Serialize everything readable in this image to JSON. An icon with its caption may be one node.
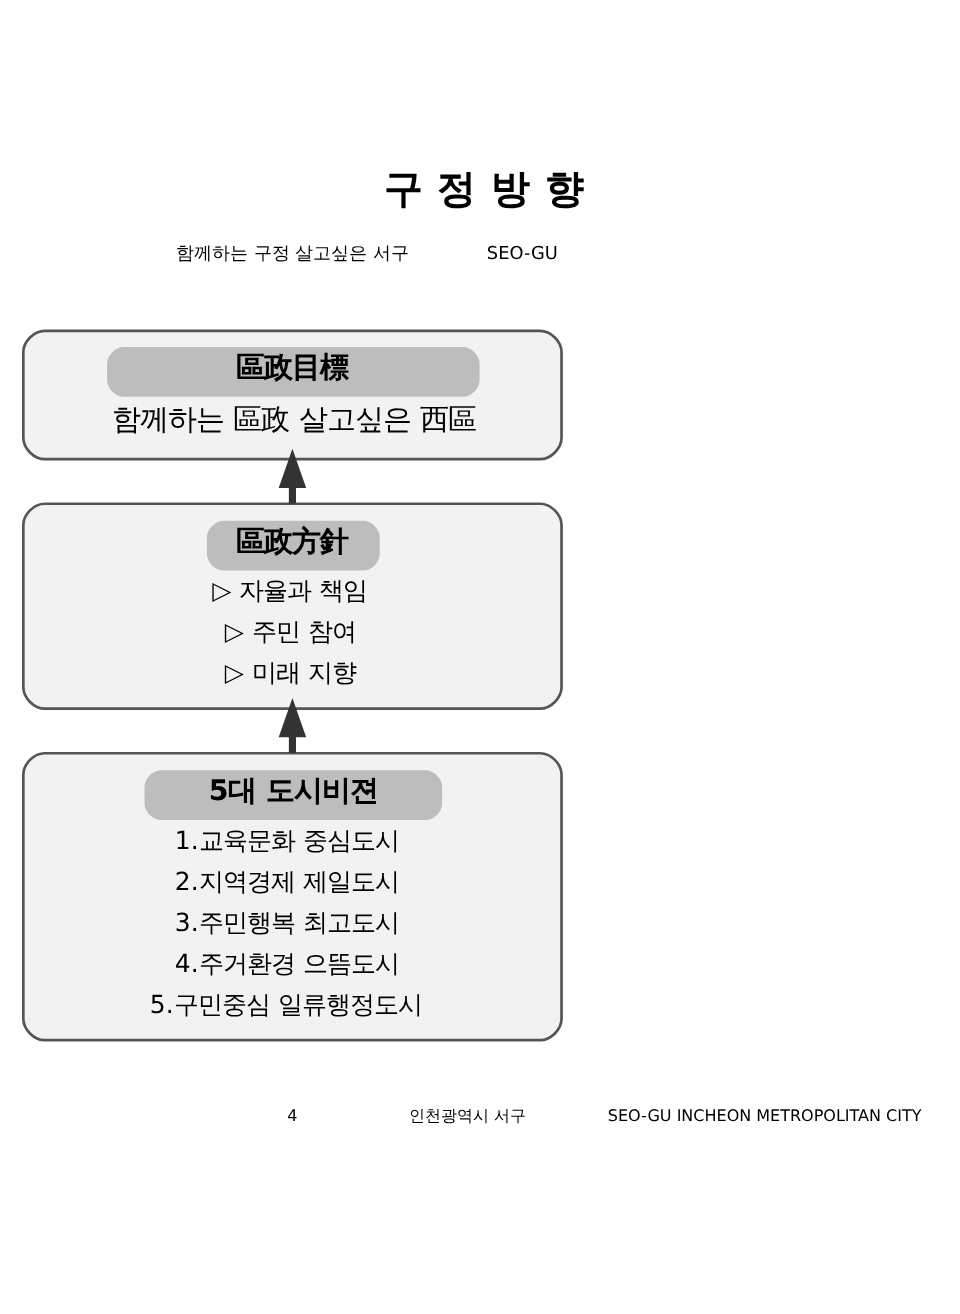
{
  "diagram": {
    "title": "구 정 방 향",
    "nodes": [
      {
        "text": [
          "區政目標",
          "함께하는 區政 살고싶은 西區"
        ]
      },
      {
        "text": [
          "區政方針",
          "▷ 자율과 책임",
          "▷ 주민 참여",
          "▷ 미래 지향"
        ]
      },
      {
        "text": [
          "5대 도시비젼",
          "1.교육문화 중심도시",
          "2.지역경제 제일도시",
          "3.주민행복 최고도시",
          "4.주거환경 으뜸도시",
          "5.구민중심 일류행정도시"
        ]
      }
    ],
    "edges": [
      {
        "from": 1,
        "to": 0,
        "arrow": "to"
      },
      {
        "from": 2,
        "to": 1,
        "arrow": "to"
      }
    ],
    "labels": [
      "함께하는 구정 살고싶은 서구",
      "SEO-GU",
      "4",
      "인천광역시 서구",
      "SEO-GU INCHEON METROPOLITAN CITY"
    ]
  }
}
